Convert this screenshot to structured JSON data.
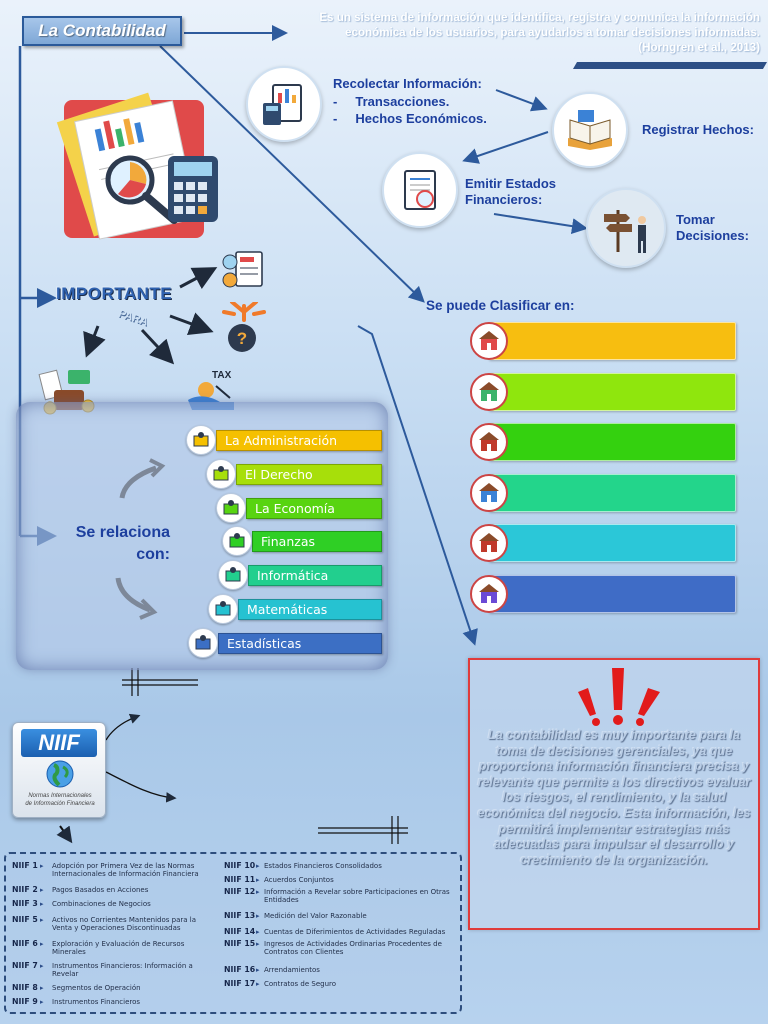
{
  "title": "La Contabilidad",
  "definition": "Es un sistema de información que identifica, registra y comunica la información económica de los usuarios, para ayudarlos a tomar decisiones informadas. (Horngren et al., 2013)",
  "process": {
    "collect_title": "Recolectar Información:",
    "collect_items": [
      "Transacciones.",
      "Hechos Económicos."
    ],
    "register": "Registrar Hechos:",
    "emit_line1": "Emitir Estados",
    "emit_line2": "Financieros:",
    "decide_line1": "Tomar",
    "decide_line2": "Decisiones:"
  },
  "importante": {
    "word": "IMPORTANTE",
    "para": "PARA",
    "tax": "TAX"
  },
  "classification": {
    "heading": "Se puede Clasificar en:",
    "colors": [
      "#f7be10",
      "#8fe60d",
      "#34d10f",
      "#23d58b",
      "#2bc7d8",
      "#3f6cc6"
    ]
  },
  "relation": {
    "label_line1": "Se relaciona",
    "label_line2": "con:",
    "items": [
      {
        "label": "La Administración",
        "color": "#f5c000"
      },
      {
        "label": "El Derecho",
        "color": "#a7df0a"
      },
      {
        "label": "La Economía",
        "color": "#58d411"
      },
      {
        "label": "Finanzas",
        "color": "#2fcf25"
      },
      {
        "label": "Informática",
        "color": "#22cf8e"
      },
      {
        "label": "Matemáticas",
        "color": "#26c2d1"
      },
      {
        "label": "Estadísticas",
        "color": "#3c6fc4"
      }
    ]
  },
  "important_text": "La contabilidad es muy importante para la toma de decisiones gerenciales, ya que proporciona información financiera precisa y relevante que permite a los directivos evaluar  los riesgos, el rendimiento, y la salud económica del negocio. Esta información, les permitirá implementar estrategias más adecuadas para impulsar el desarrollo y crecimiento de la organización.",
  "niif_logo": {
    "brand": "NIIF",
    "sub1": "Normas Internacionales",
    "sub2": "de Información Financiera"
  },
  "niif_left": [
    {
      "code": "NIIF 1",
      "desc": "Adopción por Primera Vez de las Normas Internacionales de Información Financiera"
    },
    {
      "code": "NIIF 2",
      "desc": "Pagos Basados en Acciones"
    },
    {
      "code": "NIIF 3",
      "desc": "Combinaciones de Negocios"
    },
    {
      "code": "NIIF 5",
      "desc": "Activos no Corrientes Mantenidos para la Venta y Operaciones Discontinuadas"
    },
    {
      "code": "NIIF 6",
      "desc": "Exploración y Evaluación de Recursos Minerales"
    },
    {
      "code": "NIIF 7",
      "desc": "Instrumentos Financieros: Información a Revelar"
    },
    {
      "code": "NIIF 8",
      "desc": "Segmentos de Operación"
    },
    {
      "code": "NIIF 9",
      "desc": "Instrumentos Financieros"
    }
  ],
  "niif_right": [
    {
      "code": "NIIF 10",
      "desc": "Estados Financieros Consolidados"
    },
    {
      "code": "NIIF 11",
      "desc": "Acuerdos Conjuntos"
    },
    {
      "code": "NIIF 12",
      "desc": "Información a Revelar sobre Participaciones en Otras Entidades"
    },
    {
      "code": "NIIF 13",
      "desc": "Medición del Valor Razonable"
    },
    {
      "code": "NIIF 14",
      "desc": "Cuentas de Diferimientos de Actividades Reguladas"
    },
    {
      "code": "NIIF 15",
      "desc": "Ingresos de Actividades Ordinarias Procedentes de Contratos con Clientes"
    },
    {
      "code": "NIIF 16",
      "desc": "Arrendamientos"
    },
    {
      "code": "NIIF 17",
      "desc": "Contratos de Seguro"
    }
  ]
}
